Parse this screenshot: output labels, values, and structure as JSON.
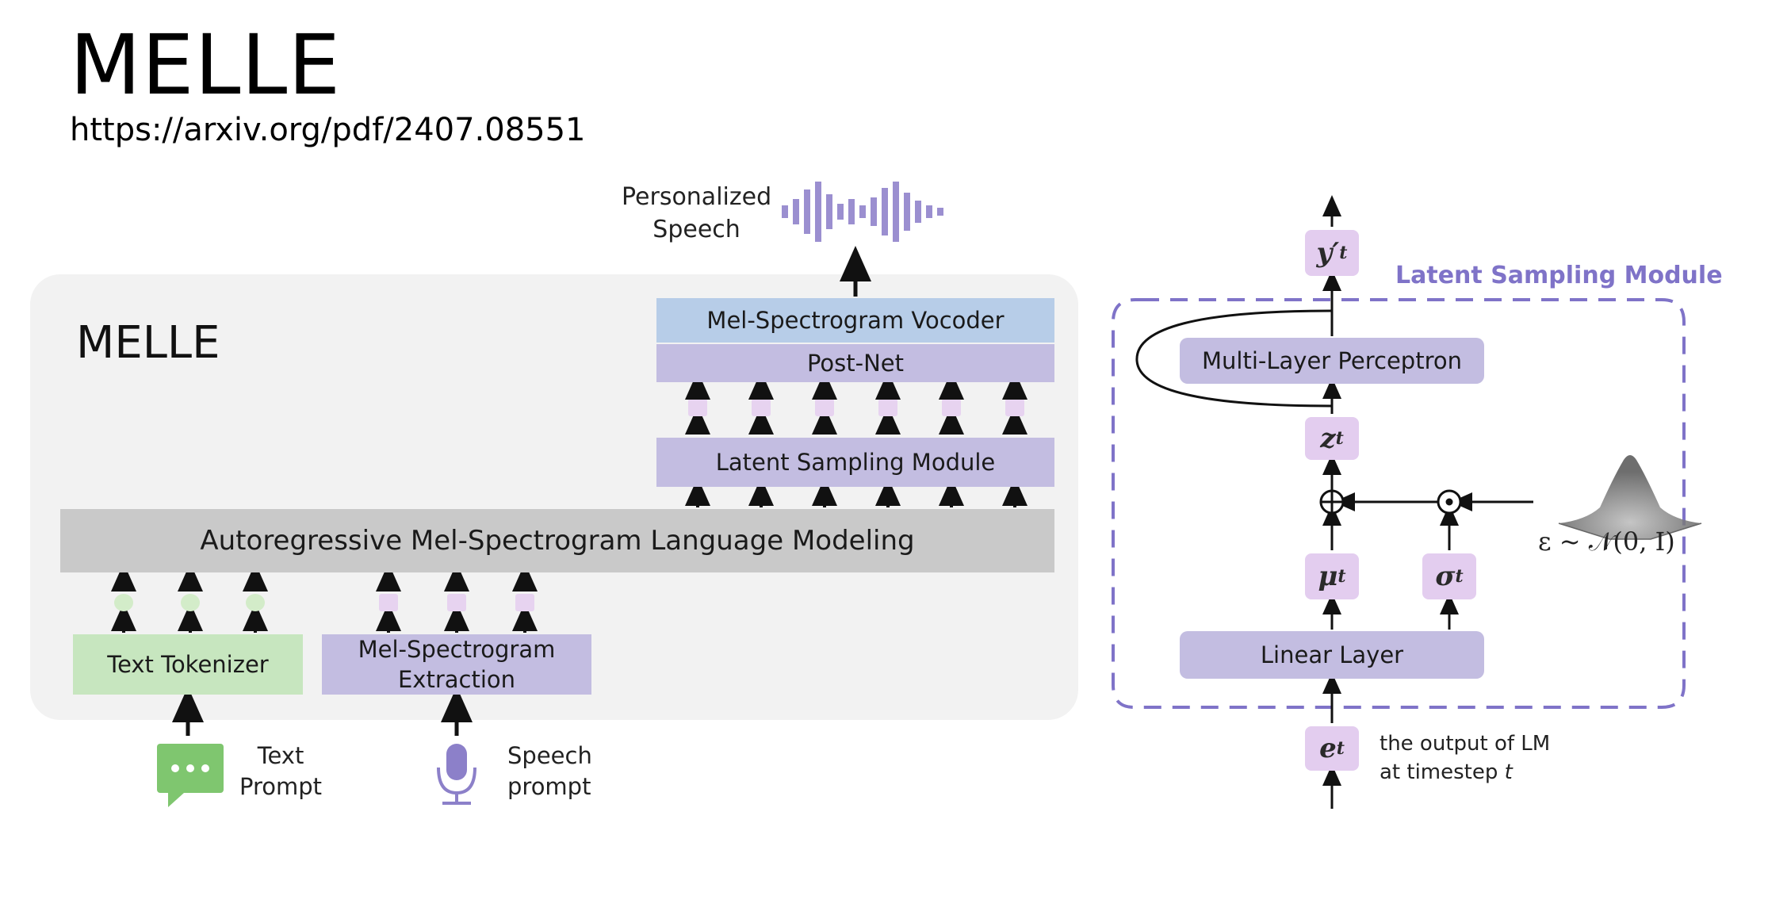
{
  "slide": {
    "title": "MELLE",
    "url": "https://arxiv.org/pdf/2407.08551"
  },
  "left_diagram": {
    "panel_label": "MELLE",
    "output_line1": "Personalized",
    "output_line2": "Speech",
    "vocoder": "Mel-Spectrogram Vocoder",
    "postnet": "Post-Net",
    "latent_sampling": "Latent Sampling Module",
    "language_model": "Autoregressive Mel-Spectrogram Language Modeling",
    "text_tokenizer": "Text Tokenizer",
    "mel_extraction_line1": "Mel-Spectrogram",
    "mel_extraction_line2": "Extraction",
    "text_prompt_line1": "Text",
    "text_prompt_line2": "Prompt",
    "speech_prompt_line1": "Speech",
    "speech_prompt_line2": "prompt"
  },
  "right_diagram": {
    "module_title": "Latent Sampling Module",
    "output_symbol": "y′",
    "latent_symbol": "z",
    "mean_symbol": "μ",
    "std_symbol": "σ",
    "input_symbol": "e",
    "subscript": "t",
    "mlp": "Multi-Layer Perceptron",
    "linear": "Linear Layer",
    "noise_label": "ε ~ 𝒩(0, I)",
    "lm_output_line1": "the output of  LM",
    "lm_output_line2": "at timestep ",
    "lm_output_var": "t"
  },
  "colors": {
    "panel": "#f2f2f2",
    "purple": "#c3bde1",
    "blue": "#b7cde8",
    "green": "#c7e6bf",
    "grey": "#c9c9c9",
    "token_pink": "#e7d3f0",
    "token_green": "#d3ecc9",
    "module_border": "#7f73c8",
    "waveform": "#9b8fd0"
  }
}
